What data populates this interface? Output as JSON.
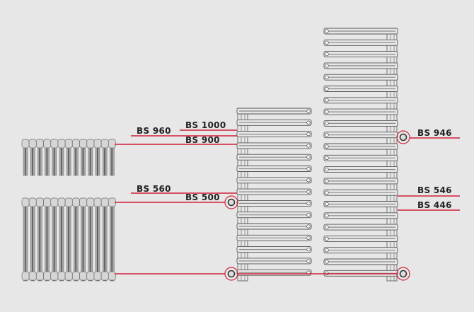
{
  "labels": {
    "bs1000": "BS 1000",
    "bs960": "BS 960",
    "bs900": "BS 900",
    "bs560": "BS 560",
    "bs500": "BS 500",
    "bs946": "BS 946",
    "bs546": "BS 546",
    "bs446": "BS 446"
  },
  "colors": {
    "accent": "#d0213a",
    "outline": "#555555",
    "background": "#e6e7e6"
  }
}
